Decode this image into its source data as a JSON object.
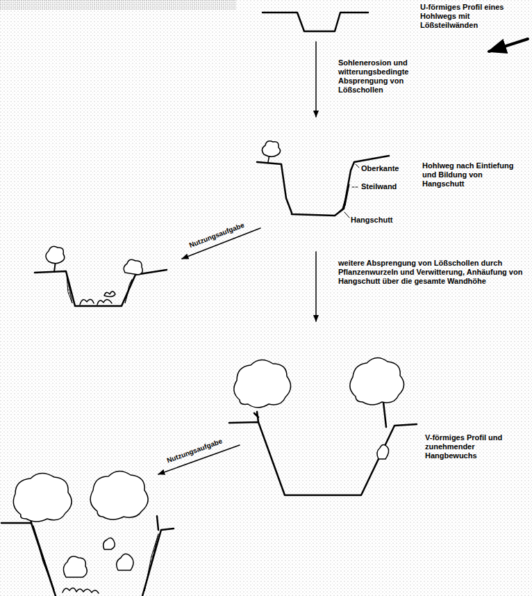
{
  "diagram": {
    "labels": [
      "U-förmiges Profil eines Hohlwegs mit Lößsteilwänden",
      "Sohlenerosion und witterungsbedingte Absprengung von Lößschollen",
      "Oberkante",
      "Steilwand",
      "Hangschutt",
      "Hohlweg nach Eintiefung und Bildung von Hangschutt",
      "Nutzungsaufgabe",
      "weitere Absprengung von Lößschollen durch Pflanzenwurzeln und Verwitterung, Anhäufung von Hangschutt über die gesamte Wandhöhe",
      "V-förmiges Profil und zunehmender Hangbewuchs",
      "Nutzungsaufgabe"
    ]
  }
}
